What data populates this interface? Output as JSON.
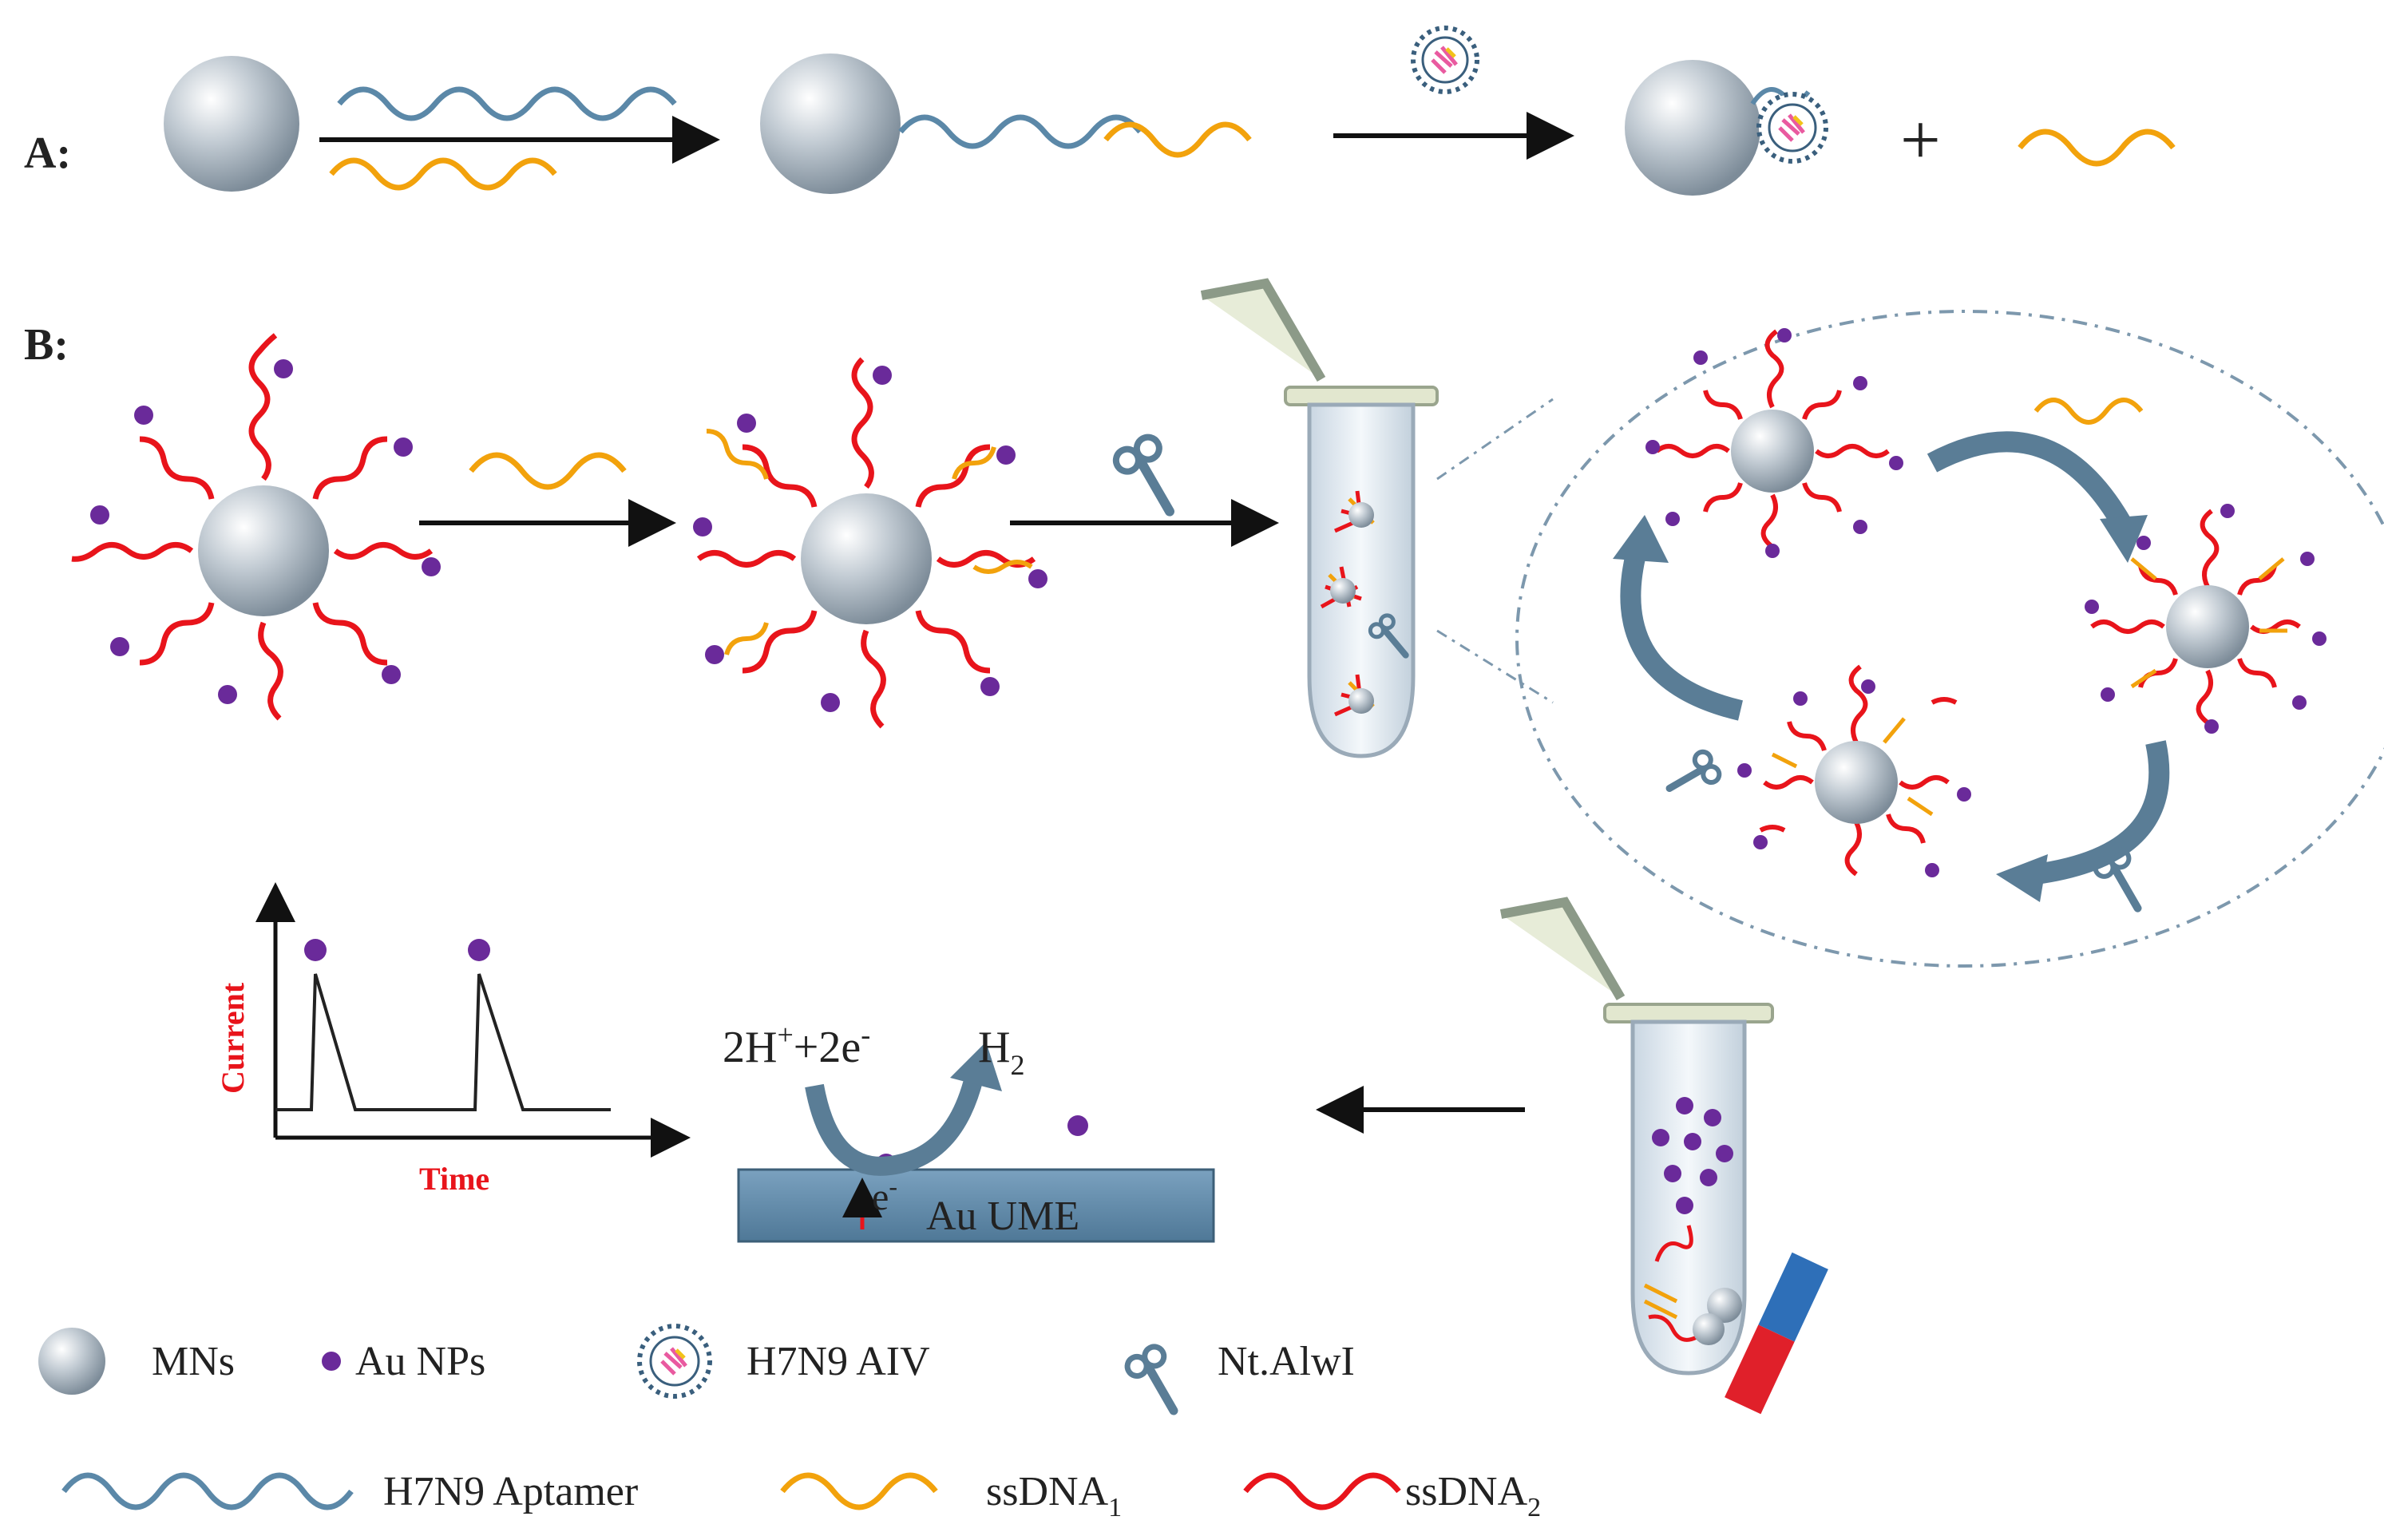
{
  "panels": {
    "a_label": "A:",
    "b_label": "B:"
  },
  "plus_sign": "+",
  "detection": {
    "reaction_left": "2H",
    "reaction_plus_sup": "+",
    "reaction_mid": "+2e",
    "reaction_minus_sup": "-",
    "product": "H",
    "product_sub": "2",
    "electron": "e",
    "electron_sup": "-",
    "electrode": "Au UME"
  },
  "plot": {
    "ylabel": "Current",
    "xlabel": "Time"
  },
  "legend": {
    "mns": "MNs",
    "au_nps": "Au NPs",
    "virus": "H7N9 AIV",
    "enzyme": "Nt.AlwI",
    "aptamer": "H7N9 Aptamer",
    "ssdna1": "ssDNA",
    "ssdna1_sub": "1",
    "ssdna2": "ssDNA",
    "ssdna2_sub": "2"
  },
  "colors": {
    "aptamer": "#5b88a8",
    "ssdna1": "#f2a20c",
    "ssdna2": "#e8141b",
    "au_np": "#6a2a9a",
    "bead": "#a8b6c2",
    "arrow": "#111111",
    "curved_arrow": "#5a7d96",
    "electrode": "#5e86a6",
    "magnet_n": "#2e6fb8",
    "magnet_s": "#e0202a",
    "label_red": "#e8141b"
  }
}
